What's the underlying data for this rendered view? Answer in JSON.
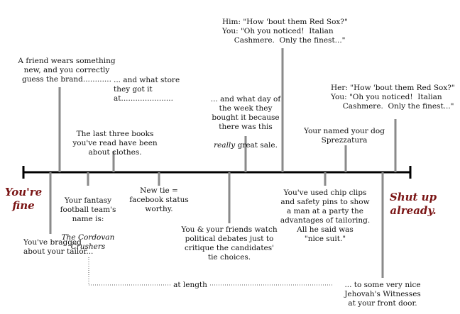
{
  "theme": {
    "axis_color": "#000000",
    "tick_color": "#8a8a8a",
    "end_label_color": "#7a1414"
  },
  "endpoints": {
    "left": "You're\nfine",
    "right": "Shut up\nalready."
  },
  "above": {
    "brand": "A friend wears something\nnew, and you correctly\nguess the brand............",
    "store": "... and what store\nthey got it at......................",
    "day_pre": "... and what day of\nthe week they\nbought it because\nthere was this",
    "day_italic": "really",
    "day_post": " great sale.",
    "books": "The last three books\nyou've read have been\nabout clothes.",
    "him": "Him: \"How 'bout them Red Sox?\"\nYou: \"Oh you noticed!  Italian\n     Cashmere.  Only the finest...\"",
    "her": "Her: \"How 'bout them Red Sox?\"\nYou: \"Oh you noticed!  Italian\n     Cashmere.  Only the finest...\"",
    "dog": "Your named your dog\nSprezzatura"
  },
  "below": {
    "fantasy": "Your fantasy\nfootball team's\nname is:",
    "fantasy_team": "The Cordovan\nCrushers",
    "tie": "New tie =\nfacebook status\nworthy.",
    "debates": "You & your friends watch\npolitical debates just to\ncritique the candidates'\ntie choices.",
    "chipclips": "You've used chip clips\nand safety pins to show\na man at a party the\nadvantages of tailoring.\nAll he said was\n\"nice suit.\"",
    "tailor": "You've bragged\nabout your tailor...",
    "at_length": "at length",
    "jehovah": "... to some very nice\nJehovah's Witnesses\nat your front door."
  }
}
